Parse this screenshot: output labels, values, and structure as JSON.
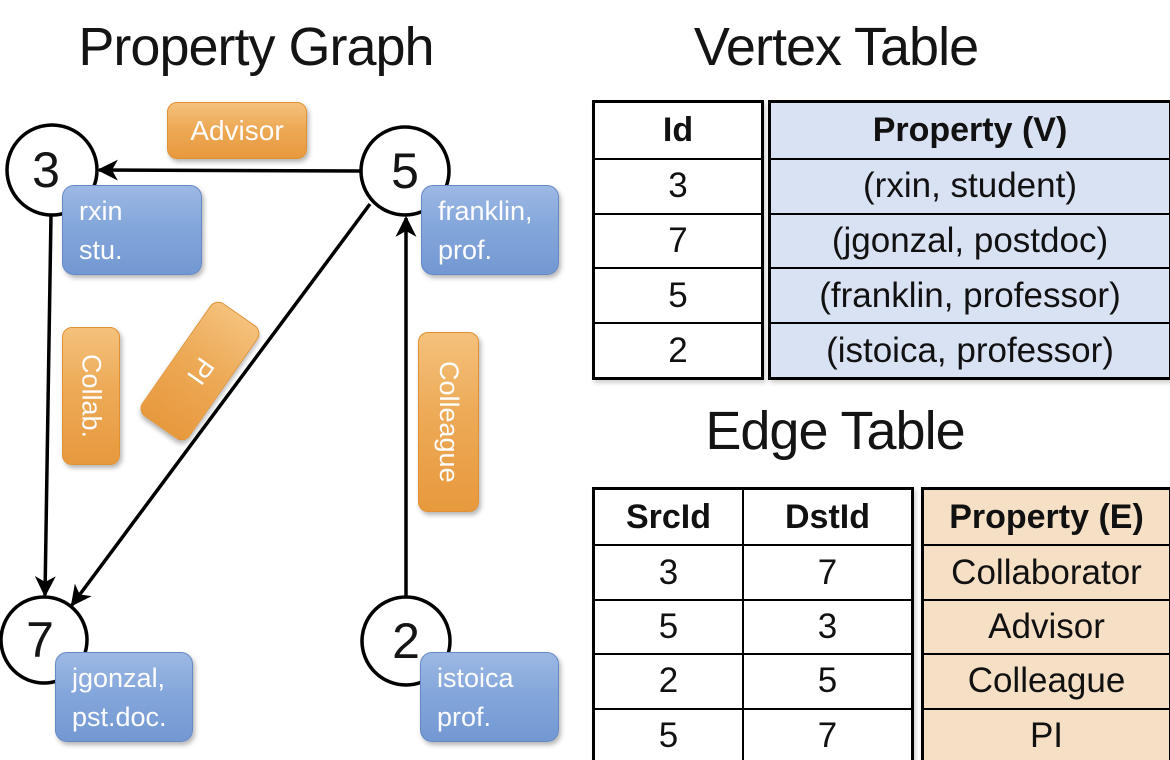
{
  "graph": {
    "title": "Property Graph",
    "vertices": [
      {
        "id": "3",
        "label_lines": [
          "rxin",
          "stu."
        ]
      },
      {
        "id": "5",
        "label_lines": [
          "franklin,",
          "prof."
        ]
      },
      {
        "id": "7",
        "label_lines": [
          "jgonzal,",
          "pst.doc."
        ]
      },
      {
        "id": "2",
        "label_lines": [
          "istoica",
          "prof."
        ]
      }
    ],
    "edge_labels": {
      "advisor": "Advisor",
      "collab": "Collab.",
      "pi": "PI",
      "colleague": "Colleague"
    }
  },
  "vertex_table": {
    "title": "Vertex Table",
    "columns": {
      "id": "Id",
      "property": "Property (V)"
    },
    "rows": [
      {
        "id": "3",
        "property": "(rxin, student)"
      },
      {
        "id": "7",
        "property": "(jgonzal, postdoc)"
      },
      {
        "id": "5",
        "property": "(franklin, professor)"
      },
      {
        "id": "2",
        "property": "(istoica, professor)"
      }
    ]
  },
  "edge_table": {
    "title": "Edge Table",
    "columns": {
      "src": "SrcId",
      "dst": "DstId",
      "property": "Property (E)"
    },
    "rows": [
      {
        "src": "3",
        "dst": "7",
        "property": "Collaborator"
      },
      {
        "src": "5",
        "dst": "3",
        "property": "Advisor"
      },
      {
        "src": "2",
        "dst": "5",
        "property": "Colleague"
      },
      {
        "src": "5",
        "dst": "7",
        "property": "PI"
      }
    ]
  },
  "colors": {
    "edge_label_orange": "#e8993d",
    "vertex_card_blue": "#7398d2",
    "vertex_table_cell_bg": "#d8e2f3",
    "edge_table_cell_bg": "#f5dfc5",
    "line_black": "#000000"
  }
}
